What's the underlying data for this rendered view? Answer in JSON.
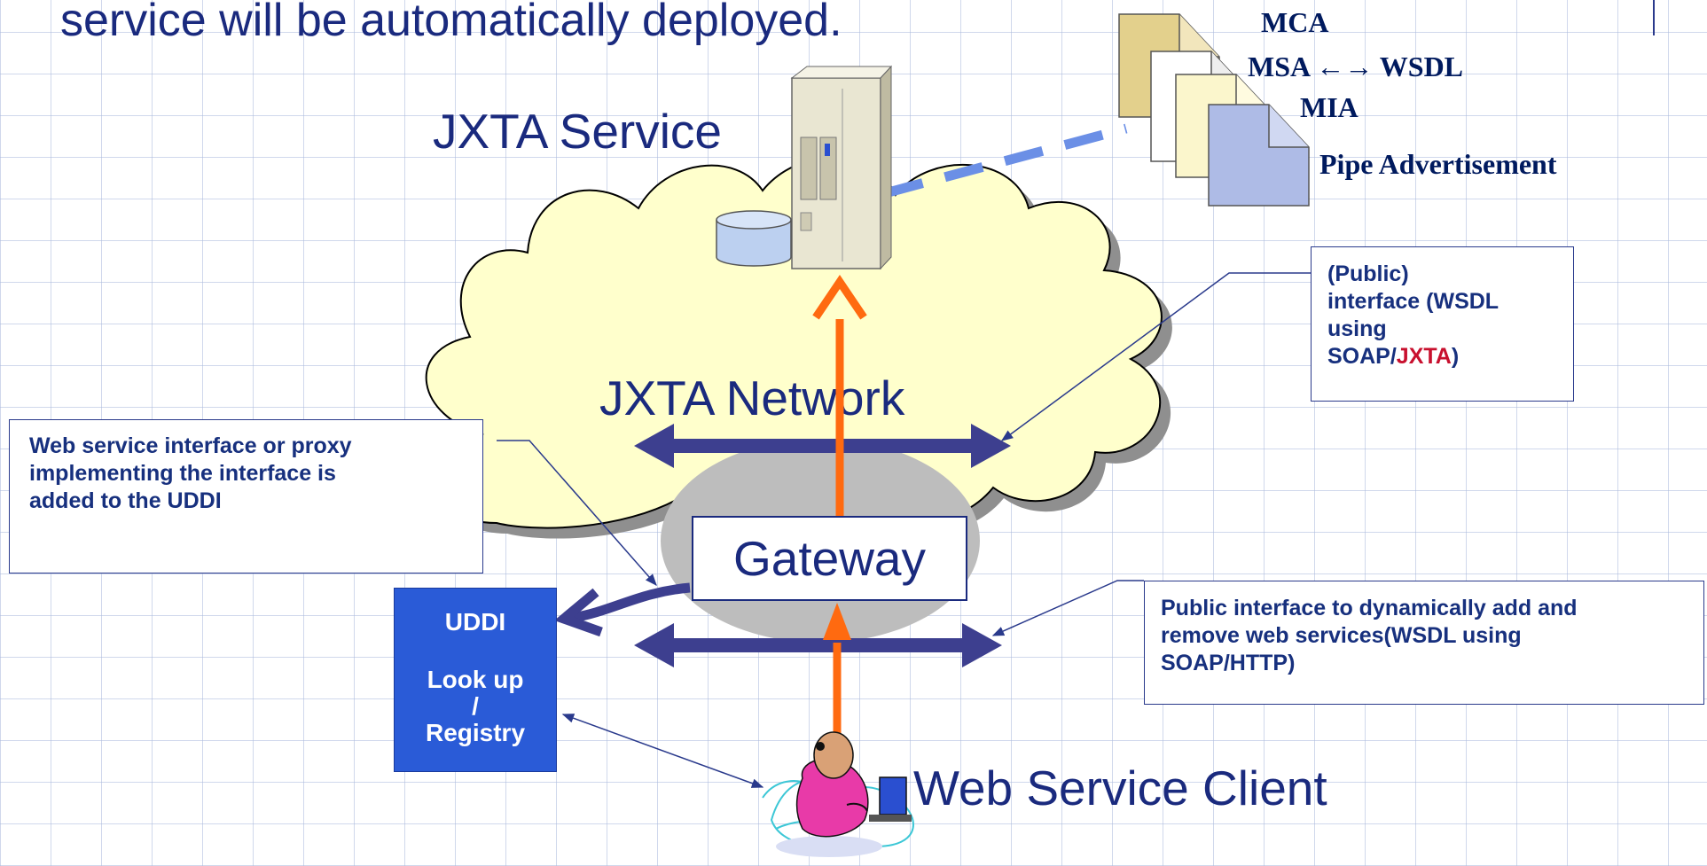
{
  "header_text": "service will be automatically deployed.",
  "jxta_service_label": "JXTA Service",
  "jxta_network_label": "JXTA Network",
  "gateway_label": "Gateway",
  "client_label": "Web Service Client",
  "documents": {
    "mca": "MCA",
    "msa_wsdl": "MSA ←→ WSDL",
    "mia": "MIA",
    "pipe_adv": "Pipe Advertisement"
  },
  "callouts": {
    "public_interface_jxta": {
      "line1": "(Public)",
      "line2": "interface (WSDL",
      "line3": "using",
      "line4_prefix": "SOAP/",
      "line4_highlight": "JXTA",
      "line4_suffix": ")"
    },
    "uddi_proxy": {
      "line1": "Web service interface or proxy",
      "line2": "implementing the interface is",
      "line3": "added to the UDDI"
    },
    "public_interface_http": {
      "line1": "Public interface to dynamically add and",
      "line2": "remove web services(WSDL using",
      "line3": "SOAP/HTTP)"
    }
  },
  "uddi": {
    "title": "UDDI",
    "line1": "Look up",
    "line2": "/",
    "line3": "Registry"
  },
  "colors": {
    "arrow_blue": "#3d3f8f",
    "arrow_orange": "#ff6a10",
    "uddi_fill": "#2a5bd7",
    "cloud_fill": "#ffffcc",
    "highlight_red": "#c8102e"
  }
}
